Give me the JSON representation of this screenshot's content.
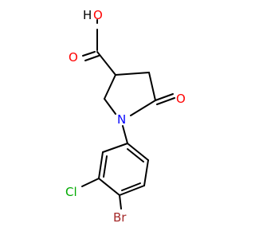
{
  "molecule": {
    "atoms": {
      "hydroxyl_h": "H",
      "hydroxyl_o": "O",
      "carbonyl_o_acid": "O",
      "carbonyl_o_ring": "O",
      "ring_n": "N",
      "chlorine": "Cl",
      "bromine": "Br"
    },
    "colors": {
      "bond": "#000000",
      "oxygen": "#ff0000",
      "nitrogen": "#0000ff",
      "chlorine": "#00aa00",
      "bromine": "#a52a2a",
      "hydrogen": "#000000"
    }
  }
}
